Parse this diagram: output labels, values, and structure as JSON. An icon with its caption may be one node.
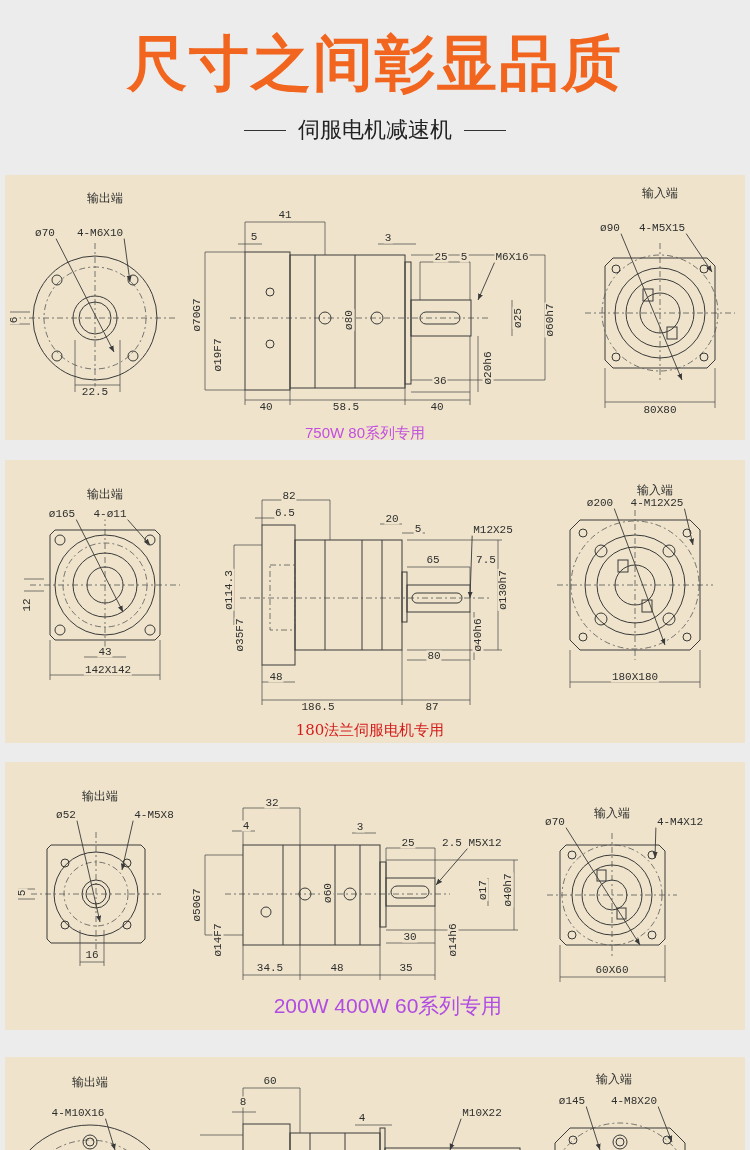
{
  "diagram": {
    "title": "尺寸之间彰显品质",
    "nodes": [
      {
        "text": [
          "750W 80系列专用"
        ]
      },
      {
        "text": [
          "ø70"
        ],
        "in": 0
      },
      {
        "text": [
          "4-M6X10"
        ],
        "in": 0
      },
      {
        "text": [
          "M6X16"
        ],
        "in": 0
      },
      {
        "text": [
          "ø90"
        ],
        "in": 0
      },
      {
        "text": [
          "4-M5X15"
        ],
        "in": 0
      },
      {
        "text": [
          "180法兰伺服电机专用"
        ]
      },
      {
        "text": [
          "ø165"
        ],
        "in": 6
      },
      {
        "text": [
          "4-ø11"
        ],
        "in": 6
      },
      {
        "text": [
          "M12X25"
        ],
        "in": 6
      },
      {
        "text": [
          "ø200"
        ],
        "in": 6
      },
      {
        "text": [
          "4-M12X25"
        ],
        "in": 6
      },
      {
        "text": [
          "200W 400W 60系列专用"
        ]
      },
      {
        "text": [
          "ø52"
        ],
        "in": 12
      },
      {
        "text": [
          "4-M5X8"
        ],
        "in": 12
      },
      {
        "text": [
          "M5X12"
        ],
        "in": 12
      },
      {
        "text": [
          "ø70"
        ],
        "in": 12
      },
      {
        "text": [
          "4-M4X12"
        ],
        "in": 12
      },
      {
        "text": [],
        "shape": "box"
      },
      {
        "text": [
          "4-M10X16"
        ],
        "in": 18
      },
      {
        "text": [
          "M10X22"
        ],
        "in": 18
      },
      {
        "text": [
          "ø145"
        ],
        "in": 18
      },
      {
        "text": [
          "4-M8X20"
        ],
        "in": 18
      }
    ],
    "edges": [
      {
        "from": 1,
        "to": null,
        "arrow": "to"
      },
      {
        "from": 2,
        "to": null,
        "arrow": "to"
      },
      {
        "from": 3,
        "to": null,
        "arrow": "to"
      },
      {
        "from": 4,
        "to": null,
        "arrow": "to"
      },
      {
        "from": 5,
        "to": null,
        "arrow": "to"
      },
      {
        "from": 7,
        "to": null,
        "arrow": "to"
      },
      {
        "from": 8,
        "to": null,
        "arrow": "to"
      },
      {
        "from": 9,
        "to": null,
        "arrow": "to"
      },
      {
        "from": 10,
        "to": null,
        "arrow": "to"
      },
      {
        "from": 11,
        "to": null,
        "arrow": "to"
      },
      {
        "from": 13,
        "to": null,
        "arrow": "to"
      },
      {
        "from": 14,
        "to": null,
        "arrow": "to"
      },
      {
        "from": 15,
        "to": null,
        "arrow": "to"
      },
      {
        "from": 16,
        "to": null,
        "arrow": "to"
      },
      {
        "from": 17,
        "to": null,
        "arrow": "to"
      },
      {
        "from": 19,
        "to": null,
        "arrow": "to"
      },
      {
        "from": 20,
        "to": null,
        "arrow": "to"
      },
      {
        "from": 21,
        "to": null,
        "arrow": "to"
      },
      {
        "from": 22,
        "to": null,
        "arrow": "to"
      }
    ],
    "labels": [
      "伺服电机减速机",
      "输出端",
      "输入端",
      "41",
      "5",
      "3",
      "25",
      "5",
      "6",
      "ø70G7",
      "ø80",
      "ø25",
      "ø60h7",
      "ø19F7",
      "ø20h6",
      "22.5",
      "36",
      "40",
      "58.5",
      "40",
      "80X80",
      "输出端",
      "输入端",
      "82",
      "6.5",
      "20",
      "5",
      "65",
      "7.5",
      "12",
      "ø114.3",
      "ø130h7",
      "ø35F7",
      "ø40h6",
      "43",
      "142X142",
      "80",
      "48",
      "180X180",
      "186.5",
      "87",
      "输出端",
      "输入端",
      "32",
      "4",
      "3",
      "25",
      "2.5",
      "5",
      "ø50G7",
      "ø60",
      "ø17",
      "ø40h7",
      "ø14F7",
      "ø14h6",
      "16",
      "30",
      "34.5",
      "48",
      "35",
      "60X60",
      "输出端",
      "输入端",
      "60",
      "8",
      "4"
    ]
  }
}
